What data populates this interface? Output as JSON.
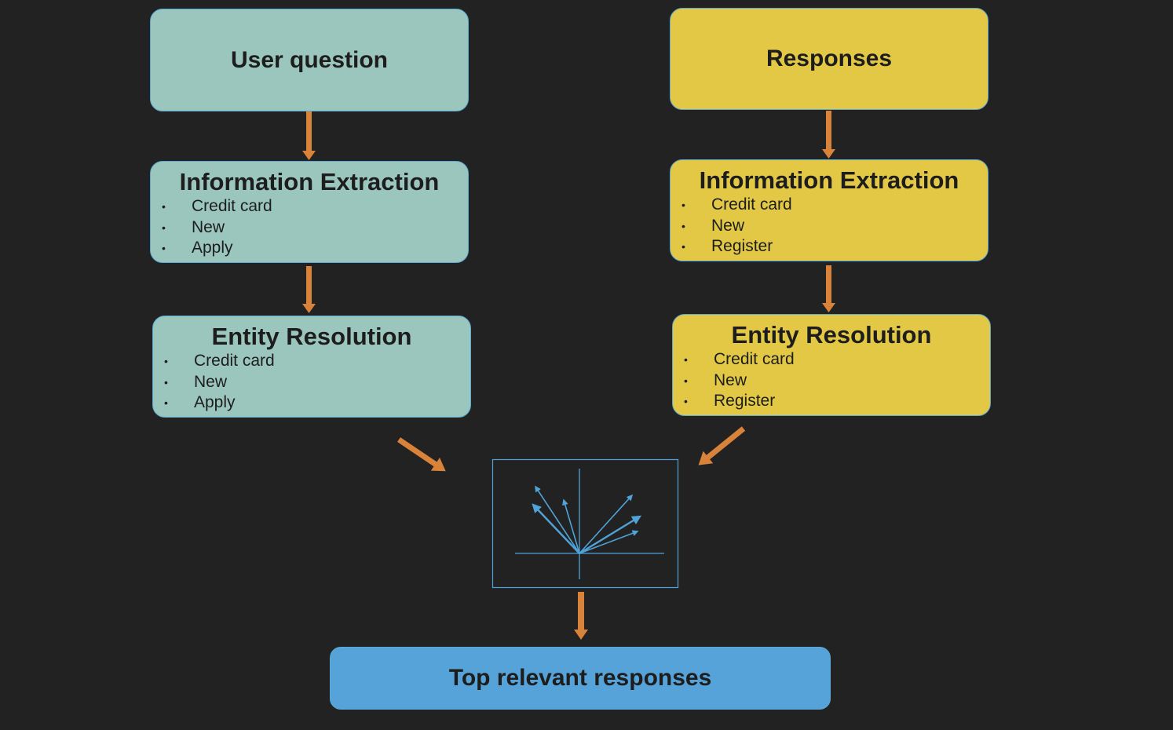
{
  "left": {
    "top_box": "User question",
    "extraction": {
      "title": "Information Extraction",
      "items": [
        "Credit card",
        "New",
        "Apply"
      ]
    },
    "resolution": {
      "title": "Entity Resolution",
      "items": [
        "Credit card",
        "New",
        "Apply"
      ]
    }
  },
  "right": {
    "top_box": "Responses",
    "extraction": {
      "title": "Information Extraction",
      "items": [
        "Credit card",
        "New",
        "Register"
      ]
    },
    "resolution": {
      "title": "Entity Resolution",
      "items": [
        "Credit card",
        "New",
        "Register"
      ]
    }
  },
  "output_box": "Top relevant responses",
  "bullet": "•",
  "colors": {
    "background": "#222222",
    "left_boxes": "#9bc6bd",
    "right_boxes": "#e2c845",
    "output_box": "#55a3d8",
    "arrows": "#d9823a",
    "vector_lines": "#4fa3d9"
  }
}
